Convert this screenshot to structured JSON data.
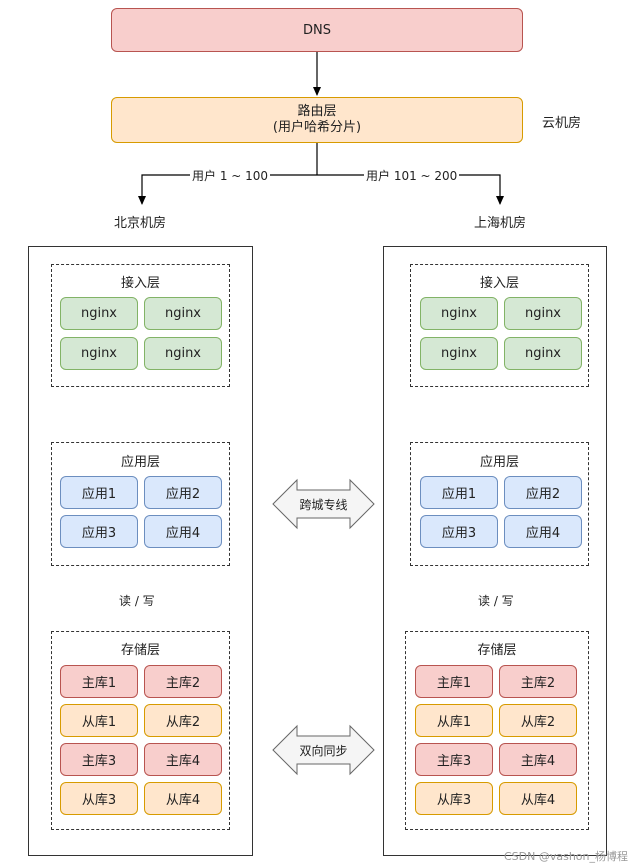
{
  "top": {
    "dns": "DNS",
    "router_title": "路由层",
    "router_sub": "(用户哈希分片)",
    "cloud_label": "云机房",
    "branch_left": "用户 1 ~ 100",
    "branch_right": "用户 101 ~ 200"
  },
  "regions": [
    {
      "name": "北京机房",
      "access": {
        "title": "接入层",
        "nodes": [
          "nginx",
          "nginx",
          "nginx",
          "nginx"
        ]
      },
      "app": {
        "title": "应用层",
        "nodes": [
          "应用1",
          "应用2",
          "应用3",
          "应用4"
        ]
      },
      "rw_label": "读 / 写",
      "storage": {
        "title": "存储层",
        "nodes": [
          "主库1",
          "主库2",
          "从库1",
          "从库2",
          "主库3",
          "主库4",
          "从库3",
          "从库4"
        ]
      }
    },
    {
      "name": "上海机房",
      "access": {
        "title": "接入层",
        "nodes": [
          "nginx",
          "nginx",
          "nginx",
          "nginx"
        ]
      },
      "app": {
        "title": "应用层",
        "nodes": [
          "应用1",
          "应用2",
          "应用3",
          "应用4"
        ]
      },
      "rw_label": "读 / 写",
      "storage": {
        "title": "存储层",
        "nodes": [
          "主库1",
          "主库2",
          "从库1",
          "从库2",
          "主库3",
          "主库4",
          "从库3",
          "从库4"
        ]
      }
    }
  ],
  "links": {
    "cross_city": "跨城专线",
    "bidirectional_sync": "双向同步"
  },
  "watermark": "CSDN @vashon_杨博程",
  "colors": {
    "master": "#f8cecc",
    "slave": "#ffe6cc",
    "nginx": "#d5e8d4",
    "app": "#dae8fc"
  }
}
